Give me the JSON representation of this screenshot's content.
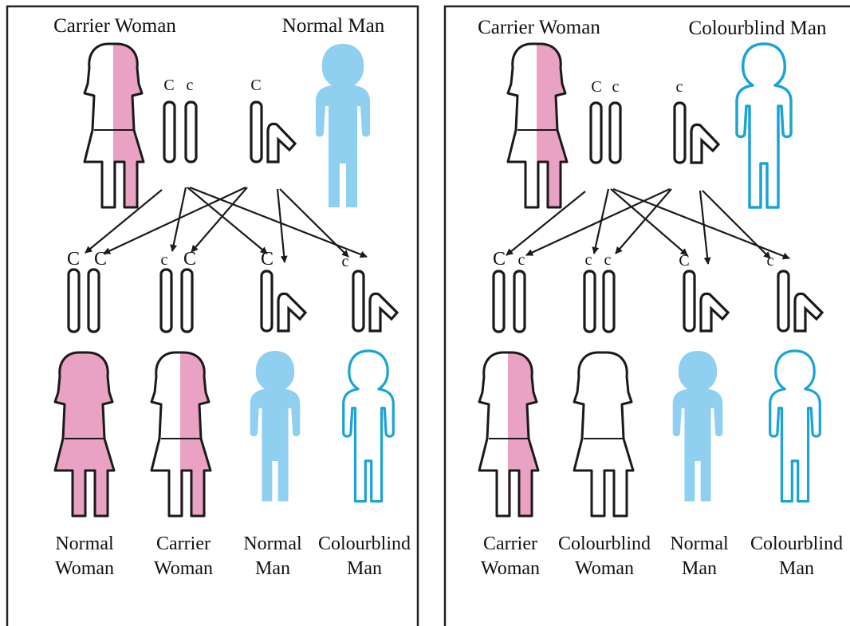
{
  "panels": [
    {
      "parents": {
        "mother": {
          "title": "Carrier Woman",
          "fill": "half",
          "alleles": [
            "C",
            "c"
          ]
        },
        "father": {
          "title": "Normal Man",
          "fill": "solid",
          "alleles": [
            "C"
          ]
        }
      },
      "offspring": [
        {
          "caption": [
            "Normal",
            "Woman"
          ],
          "sex": "female",
          "fill": "full",
          "alleles": [
            "C",
            "C"
          ]
        },
        {
          "caption": [
            "Carrier",
            "Woman"
          ],
          "sex": "female",
          "fill": "half",
          "alleles": [
            "c",
            "C"
          ]
        },
        {
          "caption": [
            "Normal",
            "Man"
          ],
          "sex": "male",
          "fill": "solid",
          "alleles": [
            "C"
          ]
        },
        {
          "caption": [
            "Colourblind",
            "Man"
          ],
          "sex": "male",
          "fill": "outline",
          "alleles": [
            "c"
          ]
        }
      ]
    },
    {
      "parents": {
        "mother": {
          "title": "Carrier Woman",
          "fill": "half",
          "alleles": [
            "C",
            "c"
          ]
        },
        "father": {
          "title": "Colourblind Man",
          "fill": "outline",
          "alleles": [
            "c"
          ]
        }
      },
      "offspring": [
        {
          "caption": [
            "Carrier",
            "Woman"
          ],
          "sex": "female",
          "fill": "half",
          "alleles": [
            "C",
            "c"
          ]
        },
        {
          "caption": [
            "Colourblind",
            "Woman"
          ],
          "sex": "female",
          "fill": "none",
          "alleles": [
            "c",
            "c"
          ]
        },
        {
          "caption": [
            "Normal",
            "Man"
          ],
          "sex": "male",
          "fill": "solid",
          "alleles": [
            "C"
          ]
        },
        {
          "caption": [
            "Colourblind",
            "Man"
          ],
          "sex": "male",
          "fill": "outline",
          "alleles": [
            "c"
          ]
        }
      ]
    }
  ],
  "colors": {
    "pink": "#e9a1c4",
    "blue": "#8fd0f1",
    "blue_outline": "#1aa3d6",
    "line": "#1a1a1a"
  }
}
